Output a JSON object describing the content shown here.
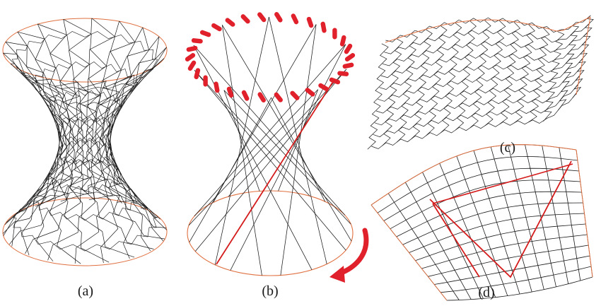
{
  "figure": {
    "panels": [
      {
        "id": "a",
        "caption": "(a)"
      },
      {
        "id": "b",
        "caption": "(b)"
      },
      {
        "id": "c",
        "caption": "(c)"
      },
      {
        "id": "d",
        "caption": "(d)"
      }
    ]
  },
  "colors": {
    "background": "#ffffff",
    "edge": "#1a1a1a",
    "boundary": "#e07040",
    "highlight": "#d41c1c",
    "annotation": "#e0202a"
  }
}
